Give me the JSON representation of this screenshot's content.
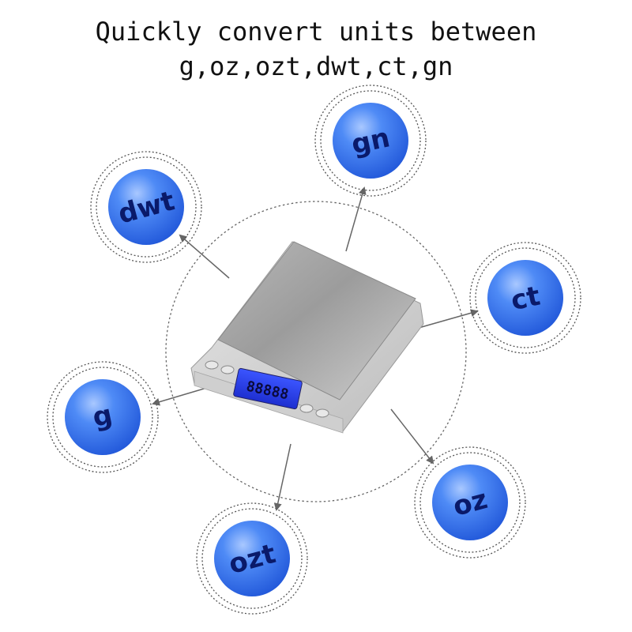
{
  "headline": {
    "line1": "Quickly convert units between",
    "line2": "g,oz,ozt,dwt,ct,gn"
  },
  "units": {
    "gn": "gn",
    "dwt": "dwt",
    "ct": "ct",
    "g": "g",
    "oz": "oz",
    "ozt": "ozt"
  },
  "scale": {
    "display_text": "88888",
    "display_color": "#2a3cff"
  },
  "colors": {
    "badge_fill": "#2f6ef0",
    "badge_highlight": "#9cc2ff",
    "ring_line": "#555555",
    "arrow_line": "#666666"
  }
}
